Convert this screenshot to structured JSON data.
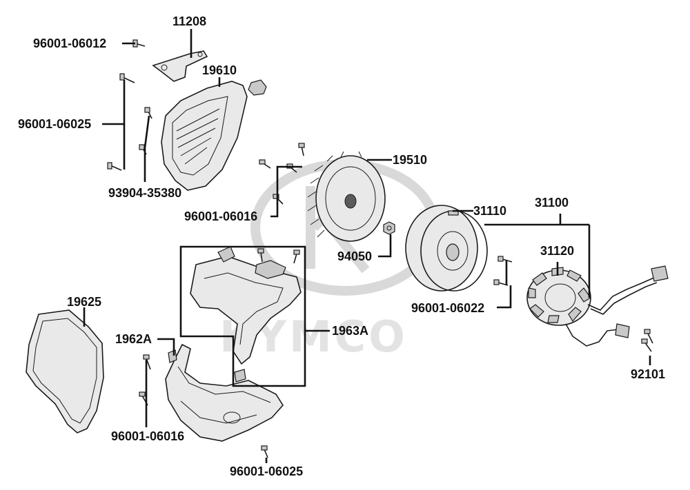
{
  "watermark": {
    "brand_text": "KYMCO"
  },
  "parts": [
    {
      "id": "p-11208",
      "number": "11208"
    },
    {
      "id": "p-96001-06012",
      "number": "96001-06012"
    },
    {
      "id": "p-19610",
      "number": "19610"
    },
    {
      "id": "p-96001-06025-top",
      "number": "96001-06025"
    },
    {
      "id": "p-93904-35380",
      "number": "93904-35380"
    },
    {
      "id": "p-19510",
      "number": "19510"
    },
    {
      "id": "p-96001-06016-top",
      "number": "96001-06016"
    },
    {
      "id": "p-31110",
      "number": "31110"
    },
    {
      "id": "p-31100",
      "number": "31100"
    },
    {
      "id": "p-31120",
      "number": "31120"
    },
    {
      "id": "p-94050",
      "number": "94050"
    },
    {
      "id": "p-96001-06022",
      "number": "96001-06022"
    },
    {
      "id": "p-19625",
      "number": "19625"
    },
    {
      "id": "p-1962A",
      "number": "1962A"
    },
    {
      "id": "p-1963A",
      "number": "1963A"
    },
    {
      "id": "p-92101",
      "number": "92101"
    },
    {
      "id": "p-96001-06016-bottom",
      "number": "96001-06016"
    },
    {
      "id": "p-96001-06025-bottom",
      "number": "96001-06025"
    }
  ]
}
